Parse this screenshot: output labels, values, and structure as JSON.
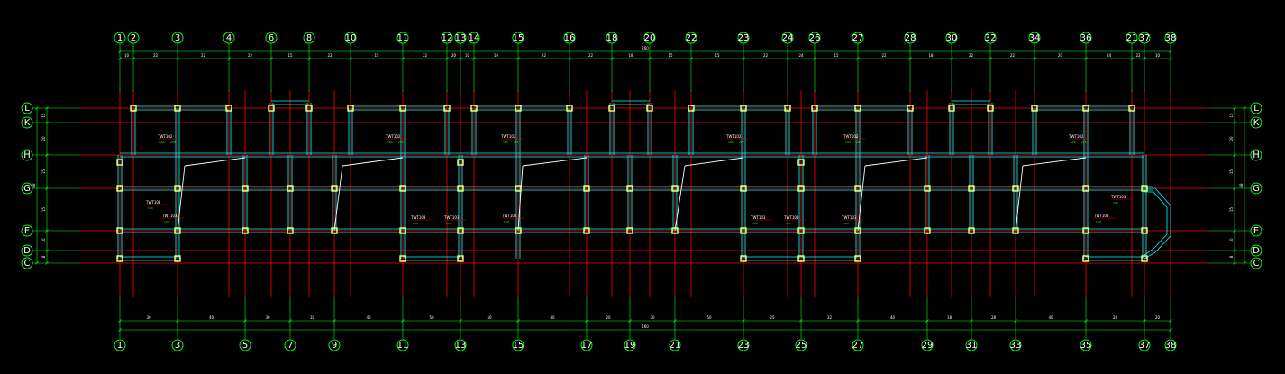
{
  "drawing": {
    "colors": {
      "background": "#000000",
      "axis": "#ff0000",
      "dimension": "#00ff00",
      "bubble": "#00ff00",
      "wall": "#00ffff",
      "column": "#ffff66",
      "text": "#ffffff"
    },
    "top_axes": [
      "1",
      "2",
      "3",
      "4",
      "6",
      "8",
      "10",
      "11",
      "12",
      "13",
      "14",
      "15",
      "16",
      "18",
      "20",
      "22",
      "23",
      "24",
      "26",
      "27",
      "28",
      "30",
      "32",
      "34",
      "36",
      "21",
      "37",
      "38"
    ],
    "bottom_axes": [
      "1",
      "3",
      "5",
      "7",
      "9",
      "11",
      "13",
      "15",
      "17",
      "19",
      "21",
      "23",
      "25",
      "27",
      "29",
      "31",
      "33",
      "35",
      "37",
      "38"
    ],
    "left_axes": [
      "L",
      "K",
      "H",
      "G",
      "E",
      "D",
      "C"
    ],
    "right_axes": [
      "L",
      "K",
      "H",
      "G",
      "E",
      "D",
      "C"
    ],
    "top_dims": [
      "10",
      "22",
      "22",
      "22",
      "15",
      "22",
      "15",
      "22",
      "20",
      "10",
      "10",
      "22",
      "22",
      "18",
      "15",
      "15",
      "22",
      "24",
      "15",
      "22",
      "18",
      "22",
      "22",
      "20",
      "24",
      "22",
      "10",
      "10"
    ],
    "bottom_dims": [
      "30",
      "40",
      "30",
      "10",
      "40",
      "50",
      "50",
      "40",
      "20",
      "30",
      "50",
      "25",
      "32",
      "40",
      "18",
      "28",
      "40",
      "28",
      "20"
    ],
    "top_total": "260",
    "bottom_total": "260",
    "left_dims": [
      "15",
      "20",
      "15",
      "15",
      "10",
      "8"
    ],
    "left_total": "68",
    "right_dims": [
      "15",
      "20",
      "15",
      "15",
      "10",
      "8"
    ],
    "right_total": "68",
    "tags": [
      {
        "label": "TWT102",
        "sub1": "100",
        "sub2": "200"
      },
      {
        "label": "TWT102",
        "sub1": "100",
        "sub2": "200"
      },
      {
        "label": "TWT102",
        "sub1": "100",
        "sub2": "200"
      },
      {
        "label": "TWT102",
        "sub1": "100",
        "sub2": "200"
      },
      {
        "label": "TWT102",
        "sub1": "100",
        "sub2": "200"
      },
      {
        "label": "TWT102",
        "sub1": "100",
        "sub2": "200"
      },
      {
        "label": "TWT103",
        "sub1": "100",
        "sub2": ""
      },
      {
        "label": "TWT103",
        "sub1": "100",
        "sub2": ""
      },
      {
        "label": "TWT103",
        "sub1": "100",
        "sub2": ""
      },
      {
        "label": "TWT103",
        "sub1": "100",
        "sub2": ""
      },
      {
        "label": "TWT103",
        "sub1": "100",
        "sub2": ""
      },
      {
        "label": "TWT103",
        "sub1": "100",
        "sub2": ""
      },
      {
        "label": "TWT103",
        "sub1": "100",
        "sub2": ""
      },
      {
        "label": "TWT103",
        "sub1": "100",
        "sub2": ""
      },
      {
        "label": "TWT103",
        "sub1": "100",
        "sub2": ""
      },
      {
        "label": "TWT103",
        "sub1": "100",
        "sub2": ""
      }
    ]
  }
}
